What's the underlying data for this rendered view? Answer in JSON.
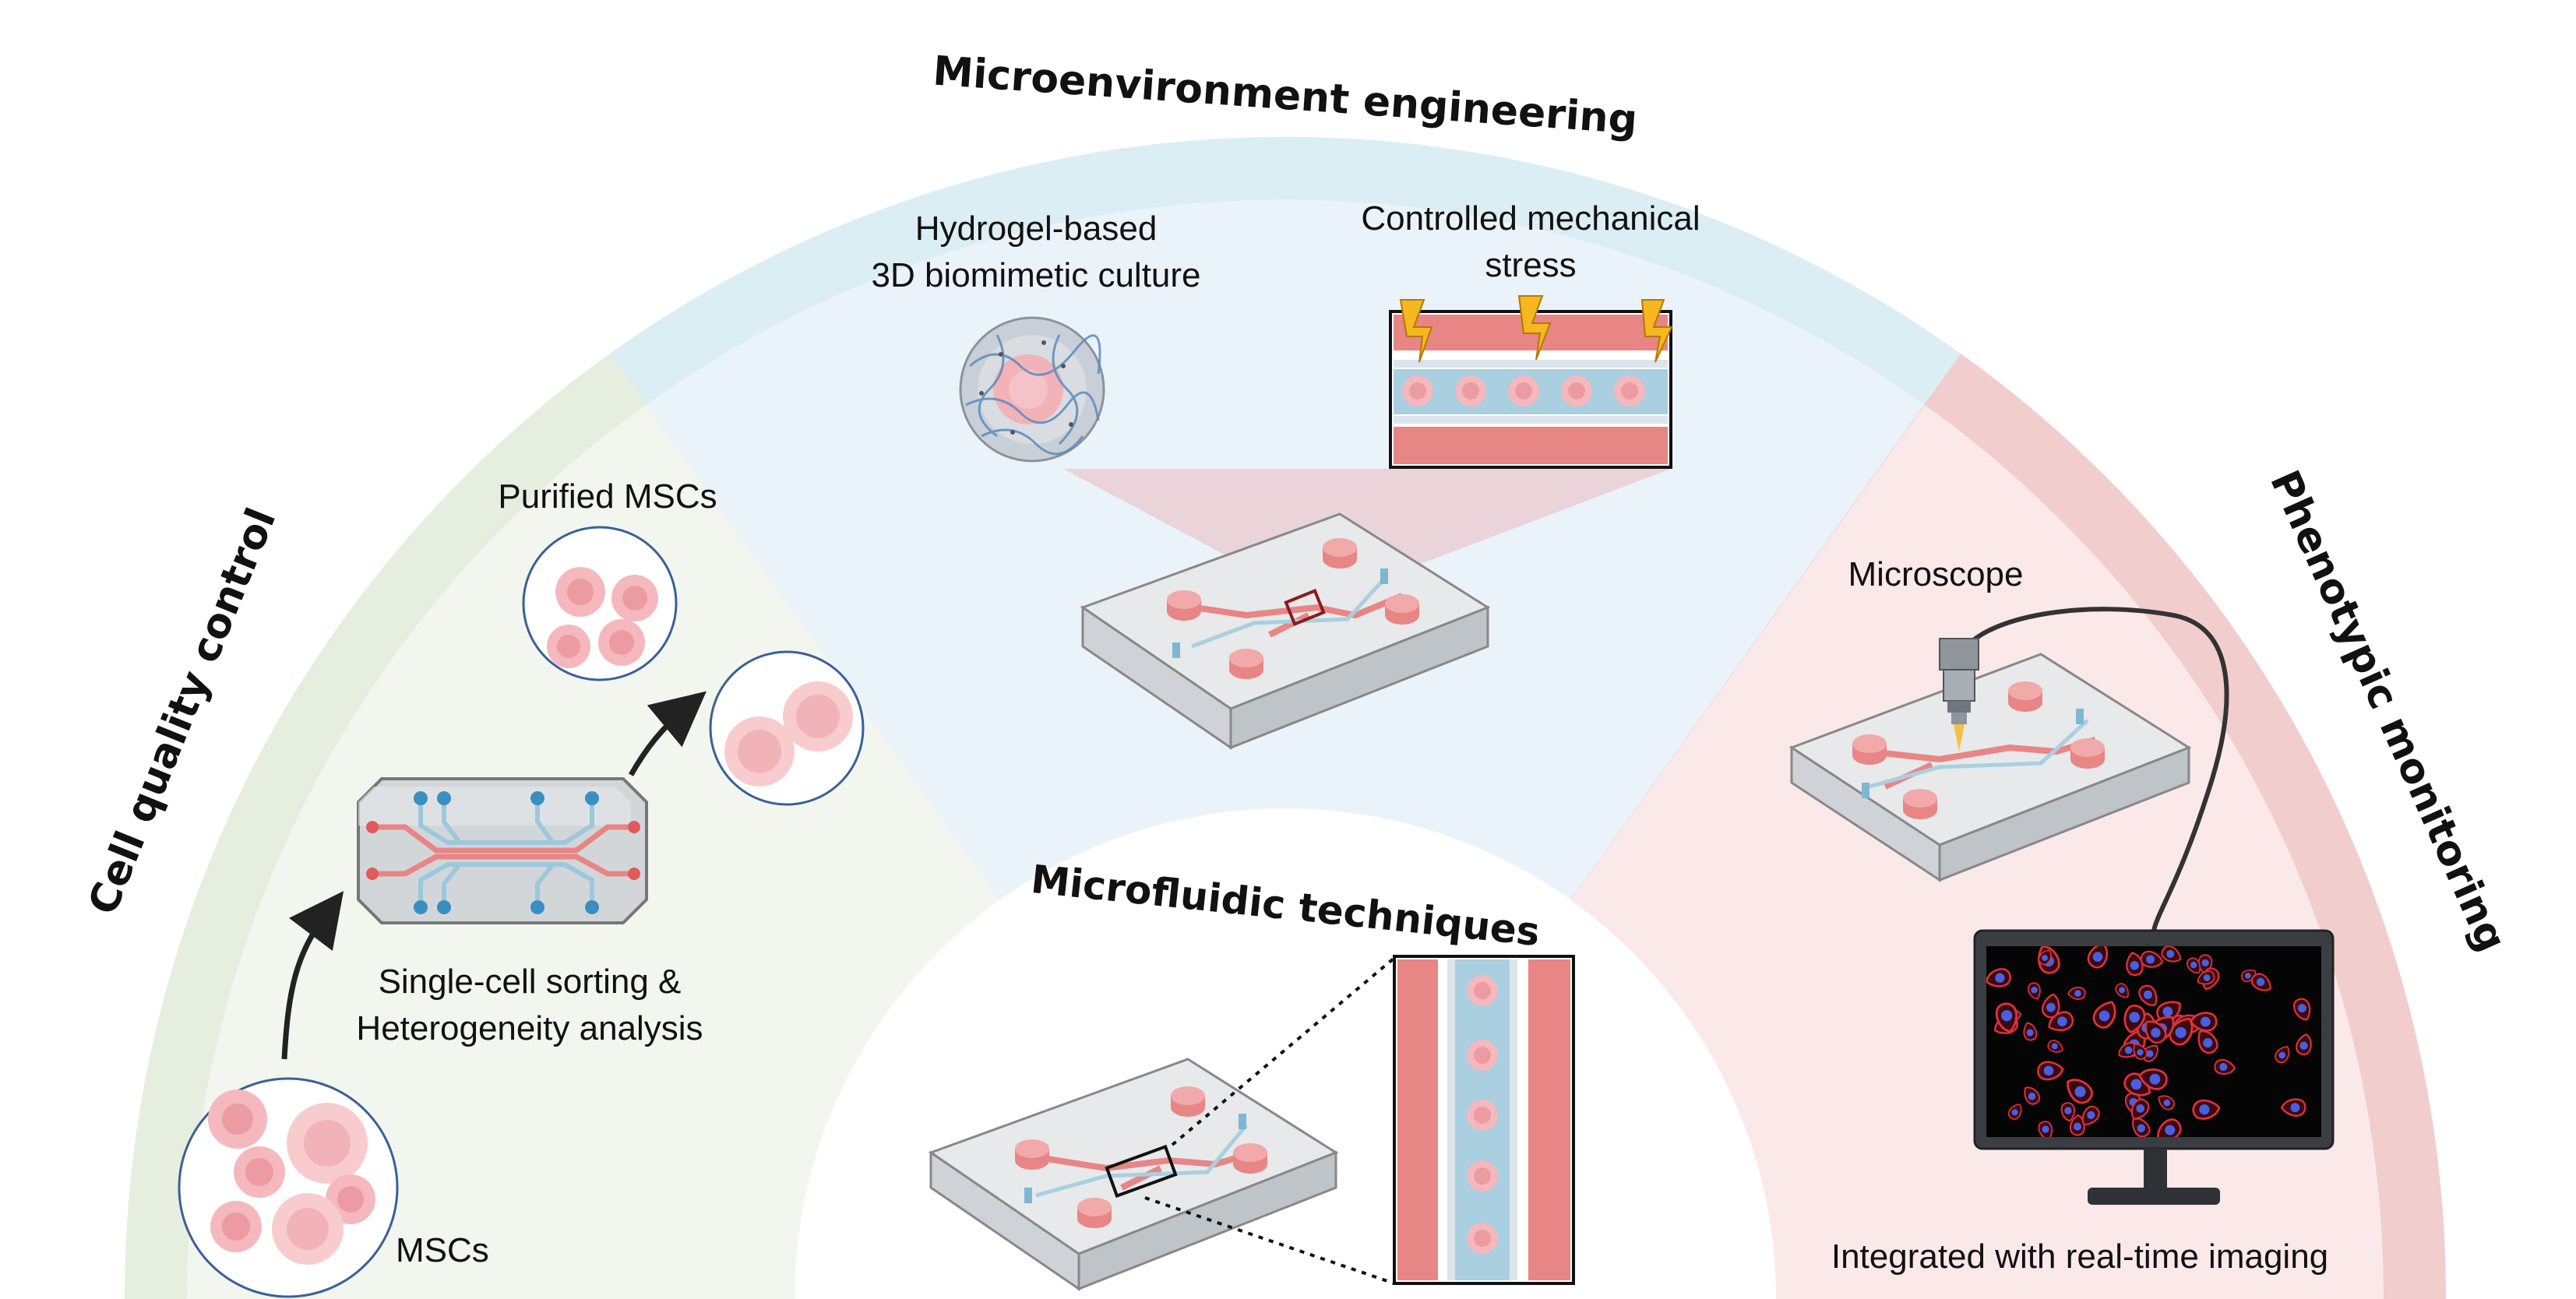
{
  "sections": {
    "center": {
      "title": "Microfluidic techniques"
    },
    "left": {
      "title": "Cell quality control",
      "label_input": "MSCs",
      "label_output": "Purified MSCs",
      "label_process_line1": "Single-cell sorting &",
      "label_process_line2": "Heterogeneity analysis"
    },
    "top": {
      "title": "Microenvironment engineering",
      "hydrogel_line1": "Hydrogel-based",
      "hydrogel_line2": "3D biomimetic culture",
      "stress_line1": "Controlled mechanical",
      "stress_line2": "stress"
    },
    "right": {
      "title": "Phenotypic monitoring",
      "label_microscope": "Microscope",
      "label_imaging": "Integrated with real-time imaging"
    }
  },
  "colors": {
    "left_outer": "#e6eedf",
    "left_inner": "#f2f6ee",
    "top_outer": "#dbeef3",
    "top_inner": "#ebf3fa",
    "right_outer": "#f2cdcd",
    "right_inner": "#fbe9e9",
    "channel_red": "#e88585",
    "channel_blue": "#a9cfe0",
    "cell_fill": "#f4b8bd",
    "cell_core": "#ec9ba2"
  }
}
